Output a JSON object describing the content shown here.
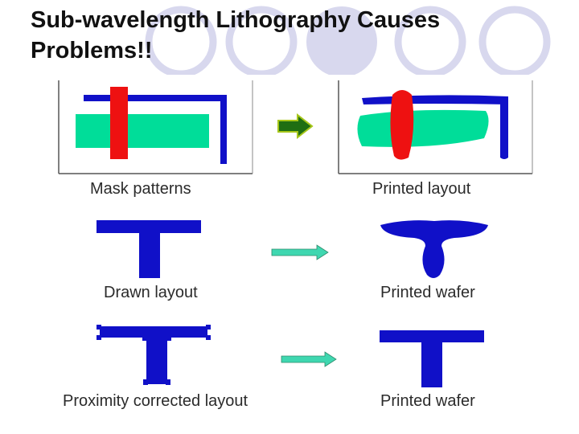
{
  "slide": {
    "title_line1": "Sub-wavelength Lithography Causes",
    "title_line2": "Problems!!"
  },
  "captions": {
    "mask_patterns": "Mask patterns",
    "printed_layout": "Printed layout",
    "drawn_layout": "Drawn layout",
    "printed_wafer_1": "Printed wafer",
    "proximity_corrected_layout": "Proximity corrected layout",
    "printed_wafer_2": "Printed wafer"
  },
  "colors": {
    "blue": "#1010c8",
    "polygon_blue": "#3c3cc8",
    "red": "#ee1111",
    "green": "#00dd99",
    "arrow_dark_green": "#1f6e12",
    "arrow_teal": "#3fd7b0",
    "deco_circle": "#d8d8ee"
  }
}
